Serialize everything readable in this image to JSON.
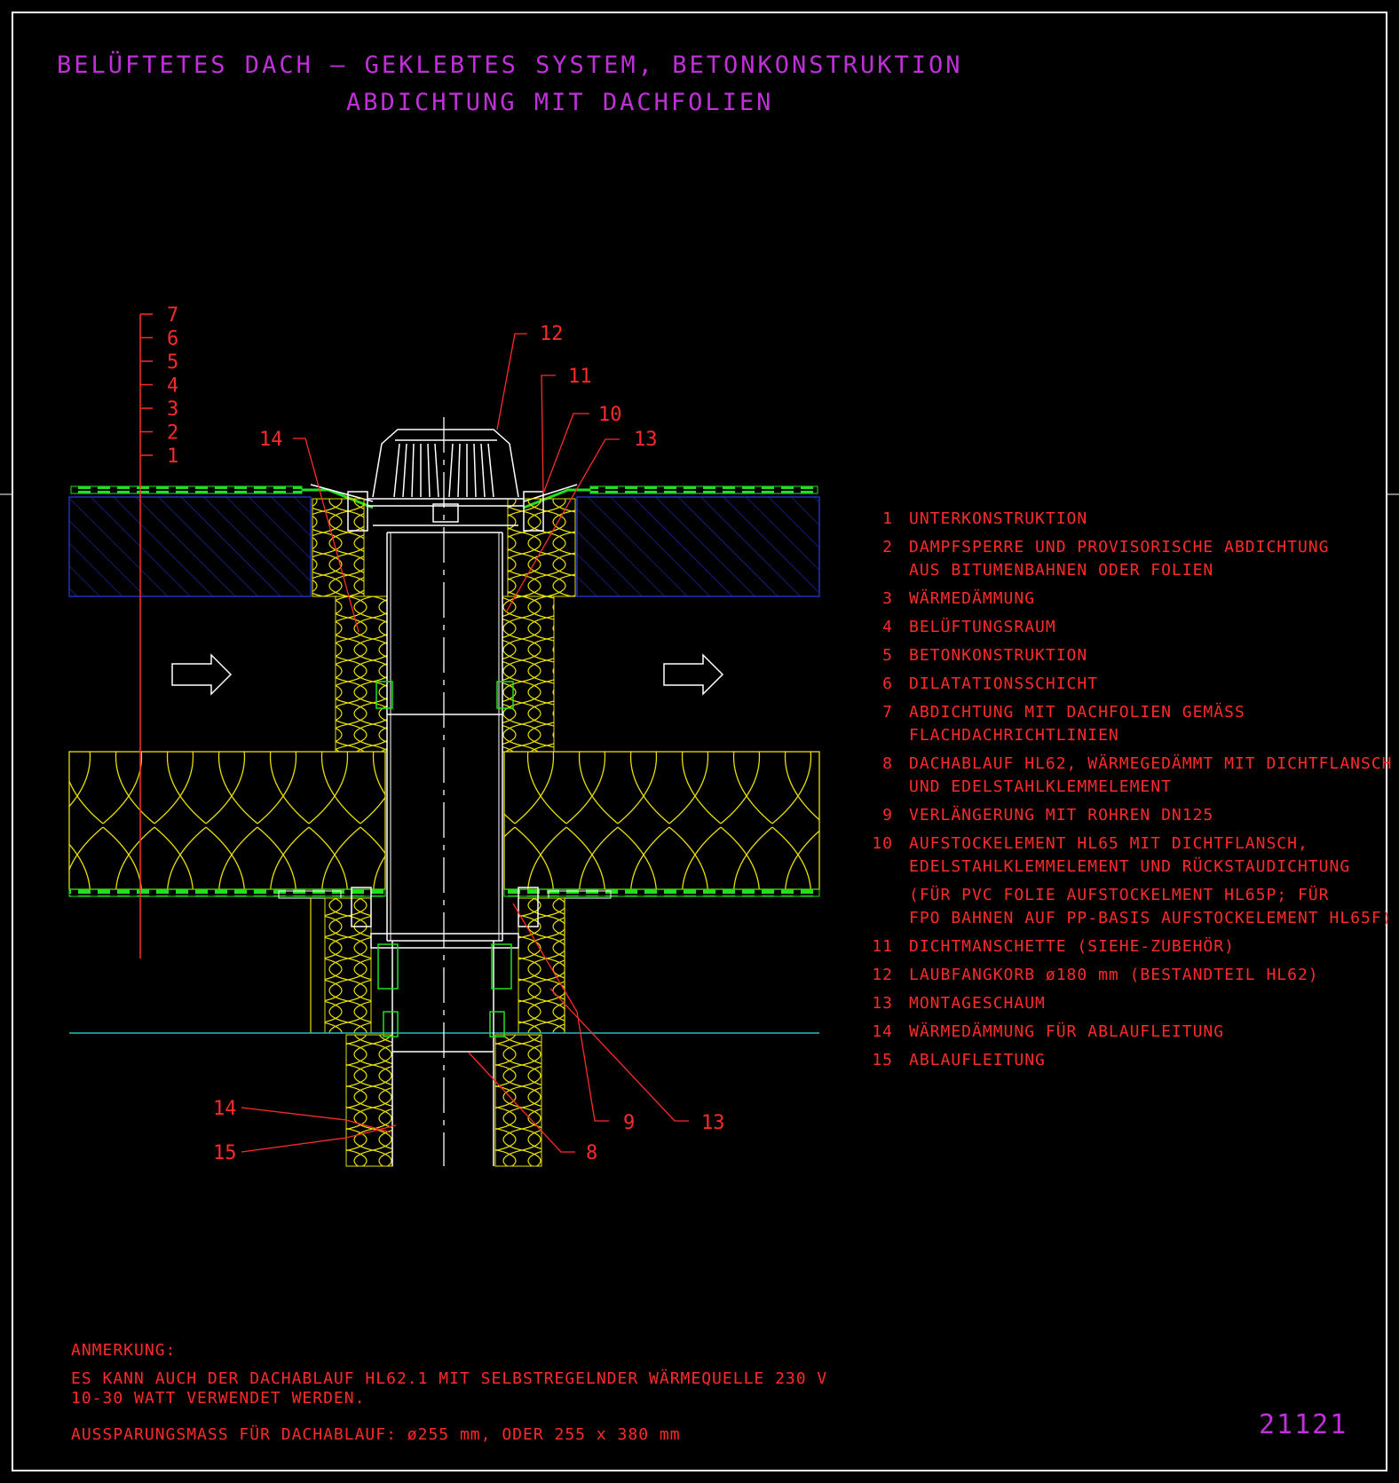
{
  "title": {
    "line1": "BELÜFTETES DACH — GEKLEBTES SYSTEM, BETONKONSTRUKTION",
    "line2": "ABDICHTUNG MIT DACHFOLIEN"
  },
  "layer_scale": [
    "7",
    "6",
    "5",
    "4",
    "3",
    "2",
    "1"
  ],
  "callouts": {
    "c12": "12",
    "c11": "11",
    "c10": "10",
    "c13_top": "13",
    "c14_top": "14",
    "c14_bottom": "14",
    "c15_bottom": "15",
    "c9": "9",
    "c13_bottom": "13",
    "c8": "8"
  },
  "legend": [
    {
      "num": "1",
      "lines": [
        "UNTERKONSTRUKTION"
      ]
    },
    {
      "num": "2",
      "lines": [
        "DAMPFSPERRE UND PROVISORISCHE ABDICHTUNG",
        "AUS BITUMENBAHNEN ODER FOLIEN"
      ]
    },
    {
      "num": "3",
      "lines": [
        "WÄRMEDÄMMUNG"
      ]
    },
    {
      "num": "4",
      "lines": [
        "BELÜFTUNGSRAUM"
      ]
    },
    {
      "num": "5",
      "lines": [
        "BETONKONSTRUKTION"
      ]
    },
    {
      "num": "6",
      "lines": [
        "DILATATIONSSCHICHT"
      ]
    },
    {
      "num": "7",
      "lines": [
        "ABDICHTUNG MIT DACHFOLIEN GEMÄSS",
        "FLACHDACHRICHTLINIEN"
      ]
    },
    {
      "num": "8",
      "lines": [
        "DACHABLAUF HL62, WÄRMEGEDÄMMT MIT DICHTFLANSCH",
        "UND EDELSTAHLKLEMMELEMENT"
      ]
    },
    {
      "num": "9",
      "lines": [
        "VERLÄNGERUNG MIT ROHREN DN125"
      ]
    },
    {
      "num": "10",
      "lines": [
        "AUFSTOCKELEMENT HL65 MIT DICHTFLANSCH,",
        "EDELSTAHLKLEMMELEMENT UND RÜCKSTAUDICHTUNG"
      ]
    },
    {
      "num": "",
      "lines": [
        "(FÜR PVC FOLIE AUFSTOCKELMENT HL65P; FÜR",
        "FPO BAHNEN AUF PP-BASIS AUFSTOCKELEMENT HL65F)"
      ]
    },
    {
      "num": "11",
      "lines": [
        "DICHTMANSCHETTE (SIEHE-ZUBEHÖR)"
      ]
    },
    {
      "num": "12",
      "lines": [
        "LAUBFANGKORB ø180 mm (BESTANDTEIL HL62)"
      ]
    },
    {
      "num": "13",
      "lines": [
        "MONTAGESCHAUM"
      ]
    },
    {
      "num": "14",
      "lines": [
        "WÄRMEDÄMMUNG FÜR ABLAUFLEITUNG"
      ]
    },
    {
      "num": "15",
      "lines": [
        "ABLAUFLEITUNG"
      ]
    }
  ],
  "note": {
    "heading": "ANMERKUNG:",
    "line1": "ES KANN AUCH DER DACHABLAUF HL62.1 MIT SELBSTREGELNDER WÄRMEQUELLE 230 V",
    "line2": "10-30 WATT VERWENDET WERDEN.",
    "line3": "AUSSPARUNGSMASS FÜR DACHABLAUF: ø255 mm, ODER 255 x 380 mm"
  },
  "doc_number": "21121",
  "colors": {
    "background": "#000000",
    "title": "#c030d8",
    "text_red": "#ff2a2a",
    "insulation": "#e8e000",
    "membrane": "#20e020",
    "concrete": "#2030c0",
    "pipe": "#ffffff",
    "frame": "#ffffff",
    "cyan_line": "#20c0c0"
  }
}
